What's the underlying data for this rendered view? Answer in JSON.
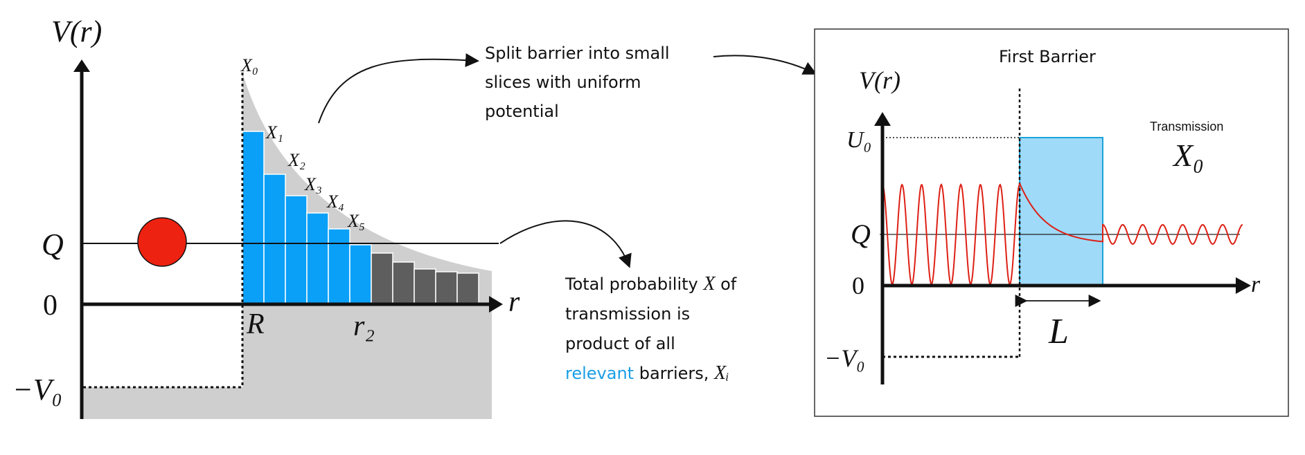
{
  "colors": {
    "slice_blue": "#0aa0f7",
    "slice_gray": "#5e5e5e",
    "barrier_fill": "#cfcfcf",
    "particle": "#ee2211",
    "wave": "#dd1f14",
    "box_fill": "#9fdaf8",
    "box_stroke": "#1aa3d8",
    "highlight_text": "#1a9ee6"
  },
  "left": {
    "y_axis_label": "V(r)",
    "x_axis_label": "r",
    "level_Q": "Q",
    "level_zero": "0",
    "level_negV0": "−V₀",
    "mark_R": "R",
    "mark_r2": "r₂",
    "slice_labels": [
      "X₀",
      "X₁",
      "X₂",
      "X₃",
      "X₄",
      "X₅"
    ],
    "relevant_slices": 6,
    "other_slices": 5
  },
  "notes": {
    "split_line1": "Split barrier into small",
    "split_line2": "slices with uniform",
    "split_line3": "potential",
    "total_line1a": "Total probability ",
    "total_line1_var": "X",
    "total_line1b": " of",
    "total_line2": "transmission is",
    "total_line3": "product of all",
    "total_line4_highlight": "relevant",
    "total_line4_rest": " barriers, ",
    "total_line4_var": "Xᵢ"
  },
  "right": {
    "title": "First Barrier",
    "y_axis_label": "V(r)",
    "x_axis_label": "r",
    "level_U0": "U₀",
    "level_Q": "Q",
    "level_zero": "0",
    "level_negV0": "−V₀",
    "transmission_label": "Transmission",
    "transmission_symbol": "X₀",
    "width_label": "L"
  }
}
